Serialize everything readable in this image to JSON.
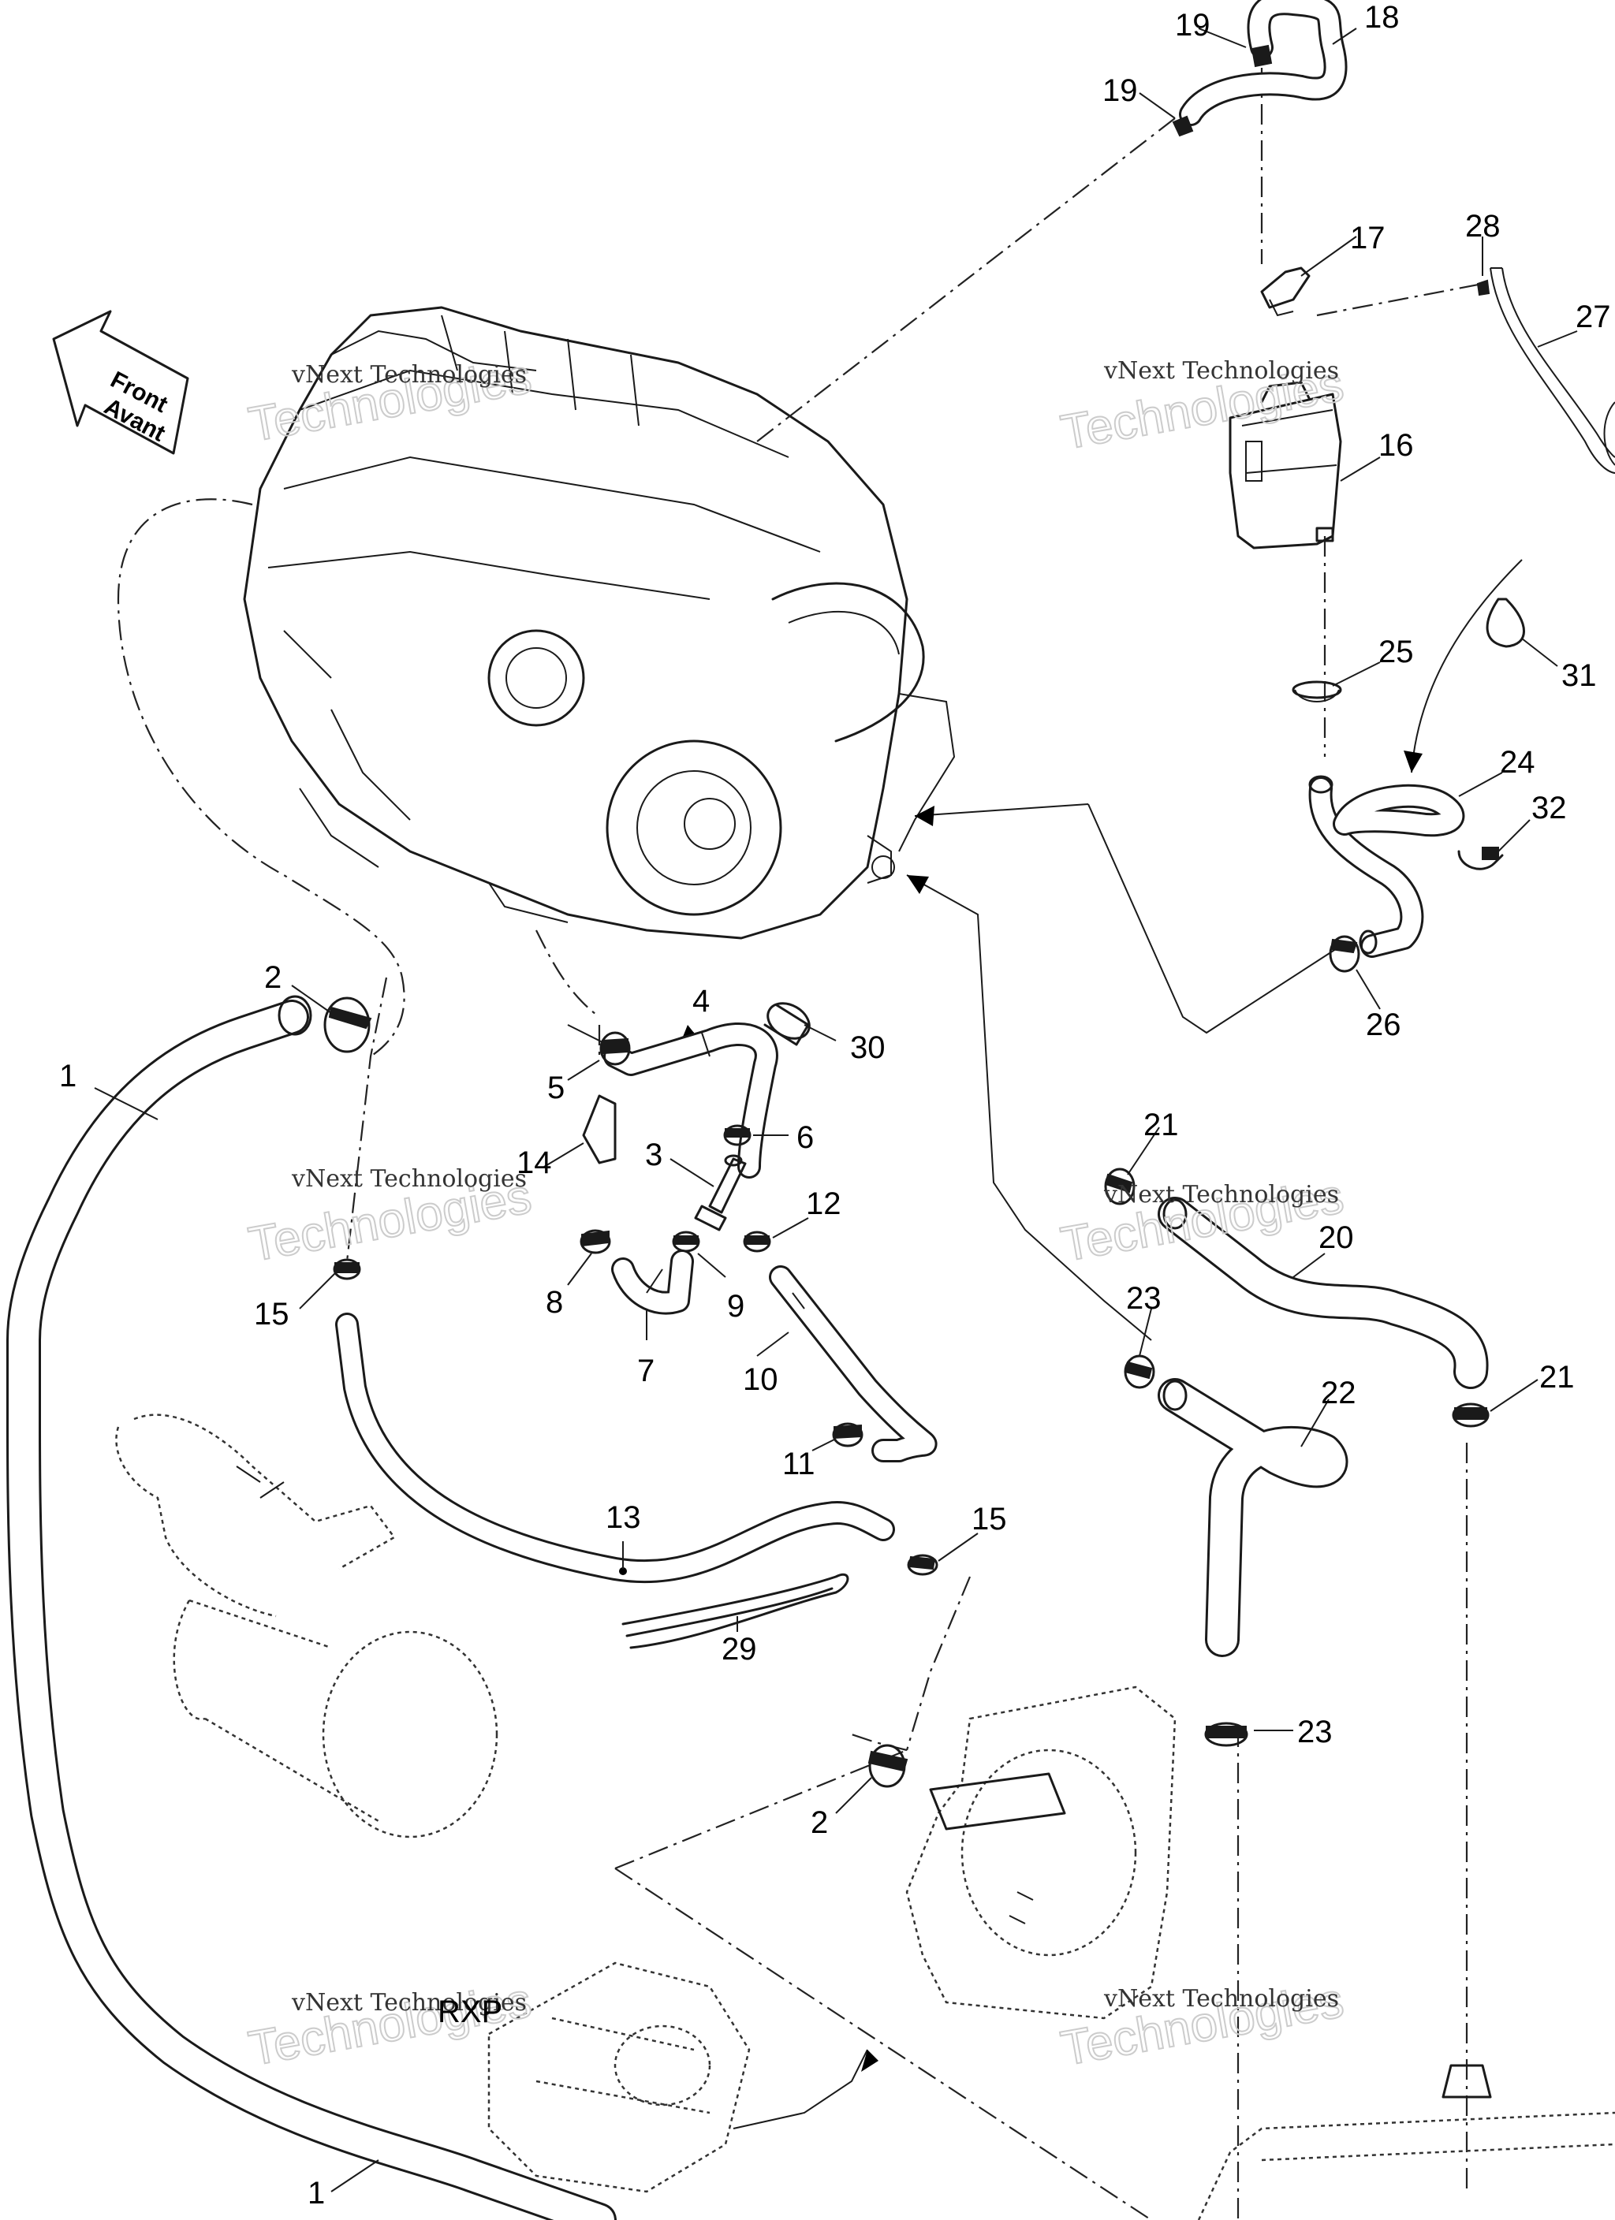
{
  "diagram": {
    "front_arrow": {
      "line1": "Front",
      "line2": "Avant"
    },
    "platform_label": "RXP",
    "watermark": {
      "line1": "vNext Technologies",
      "line2": "Technologies"
    },
    "callouts": {
      "c1a": "1",
      "c1b": "1",
      "c2a": "2",
      "c2b": "2",
      "c3": "3",
      "c4": "4",
      "c5": "5",
      "c6": "6",
      "c7": "7",
      "c8": "8",
      "c9": "9",
      "c10": "10",
      "c11": "11",
      "c12": "12",
      "c13": "13",
      "c14": "14",
      "c15a": "15",
      "c15b": "15",
      "c16": "16",
      "c17": "17",
      "c18": "18",
      "c19a": "19",
      "c19b": "19",
      "c20": "20",
      "c21a": "21",
      "c21b": "21",
      "c22": "22",
      "c23a": "23",
      "c23b": "23",
      "c24": "24",
      "c25": "25",
      "c26": "26",
      "c27": "27",
      "c28": "28",
      "c29": "29",
      "c30": "30",
      "c31": "31",
      "c32": "32"
    }
  }
}
